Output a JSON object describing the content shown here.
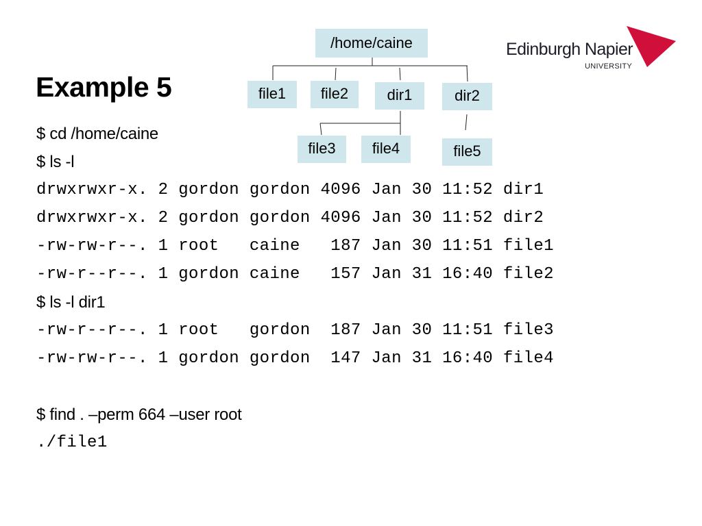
{
  "slide": {
    "title": "Example 5",
    "logo": {
      "name": "Edinburgh Napier",
      "subtitle": "UNIVERSITY",
      "flag_color": "#d0103a"
    },
    "tree": {
      "root": "/home/caine",
      "level1": [
        "file1",
        "file2",
        "dir1",
        "dir2"
      ],
      "dir1_children": [
        "file3",
        "file4"
      ],
      "dir2_children": [
        "file5"
      ],
      "box_color": "#cfe7ec"
    },
    "lines": [
      "$ cd /home/caine",
      "$ ls -l",
      "drwxrwxr-x. 2 gordon gordon 4096 Jan 30 11:52 dir1",
      "drwxrwxr-x. 2 gordon gordon 4096 Jan 30 11:52 dir2",
      "-rw-rw-r--. 1 root   caine   187 Jan 30 11:51 file1",
      "-rw-r--r--. 1 gordon caine   157 Jan 31 16:40 file2",
      "$ ls -l dir1",
      "-rw-r--r--. 1 root   gordon  187 Jan 30 11:51 file3",
      "-rw-rw-r--. 1 gordon gordon  147 Jan 31 16:40 file4",
      "$ find . –perm 664 –user root",
      "./file1"
    ]
  }
}
